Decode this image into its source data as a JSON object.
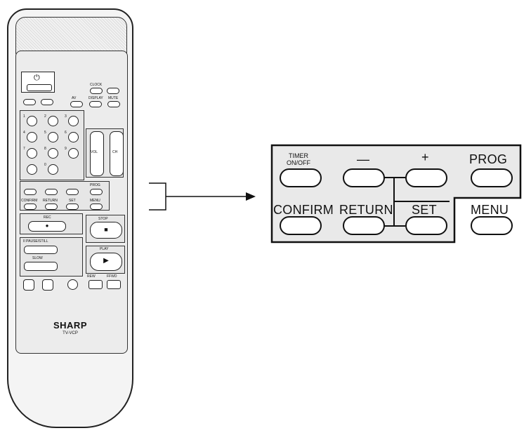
{
  "remote": {
    "brand": "SHARP",
    "model": "TV-VCP",
    "labels": {
      "power_symbol": "⏻",
      "clock": "CLOCK",
      "display": "DISPLAY",
      "mute": "MUTE",
      "av": "AV",
      "vol": "VOL",
      "ch": "CH",
      "confirm": "CONFIRM",
      "return": "RETURN",
      "set": "SET",
      "menu": "MENU",
      "prog": "PROG",
      "rec": "REC",
      "stop": "STOP",
      "play": "PLAY",
      "slow": "SLOW",
      "pause_still": "II PAUSE/STILL",
      "rew": "REW",
      "ffwd": "FFWD",
      "digits": [
        "1",
        "2",
        "3",
        "4",
        "5",
        "6",
        "7",
        "8",
        "9",
        "0"
      ]
    }
  },
  "zoom": {
    "timer_line1": "TIMER",
    "timer_line2": "ON/OFF",
    "minus": "—",
    "plus": "+",
    "prog": "PROG",
    "confirm": "CONFIRM",
    "return": "RETURN",
    "set": "SET",
    "menu": "MENU"
  }
}
